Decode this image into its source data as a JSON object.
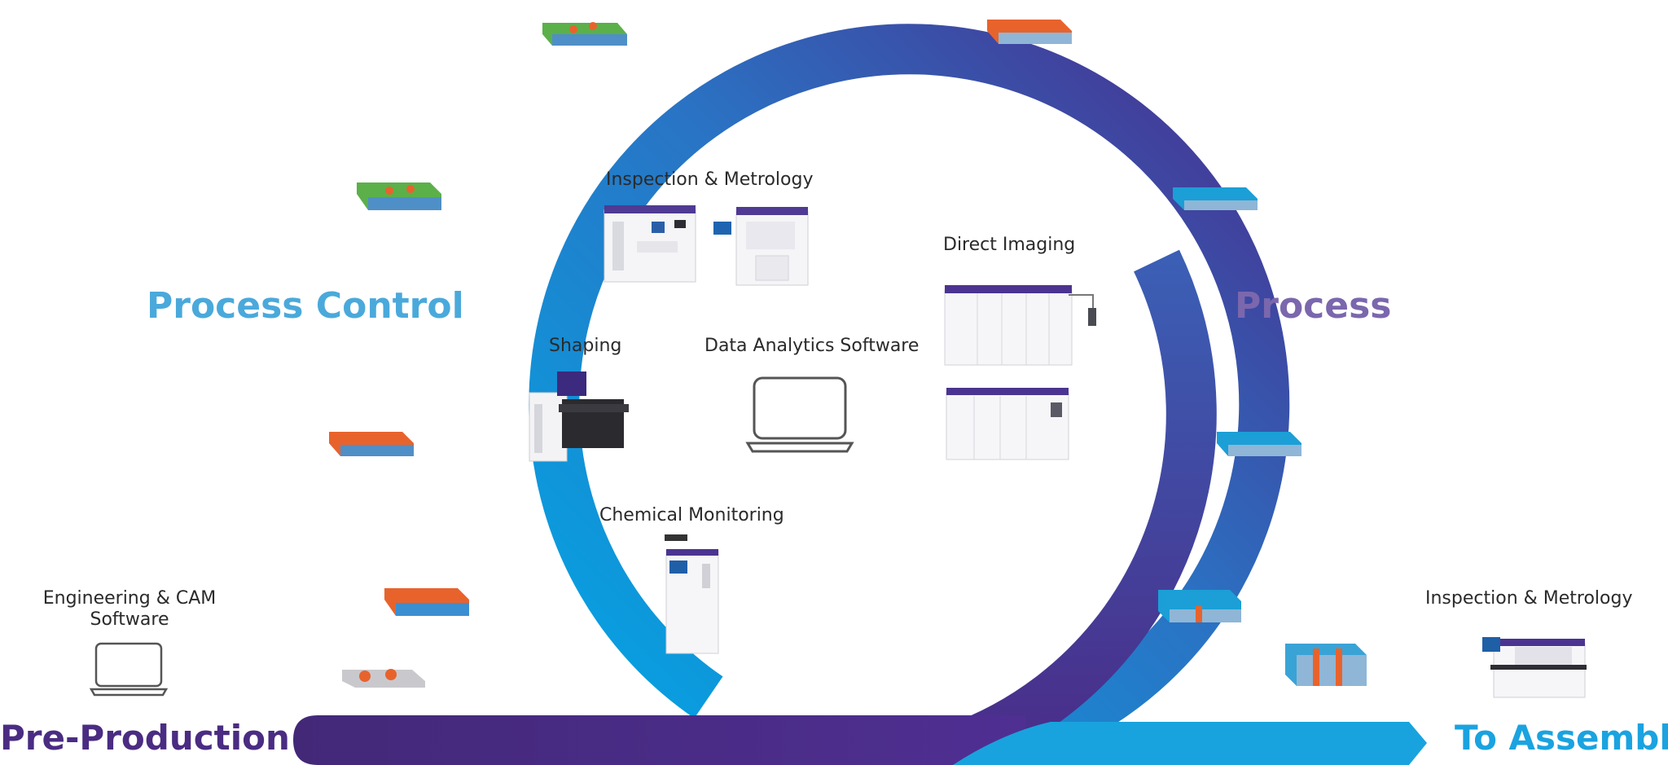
{
  "colors": {
    "blue": "#1aa3e0",
    "light_blue": "#4aa9db",
    "purple": "#4a2c82",
    "lavender": "#7b67ad",
    "copper": "#e8632c",
    "pcb_green": "#5bb04a",
    "pcb_blue": "#1b9fd6"
  },
  "stages": {
    "process_control": "Process Control",
    "process": "Process",
    "pre_production": "Pre-Production",
    "to_assembly": "To Assembly"
  },
  "equipment": {
    "inspection_metrology_top": "Inspection & Metrology",
    "direct_imaging": "Direct Imaging",
    "shaping": "Shaping",
    "data_analytics": "Data Analytics Software",
    "chemical_monitoring": "Chemical Monitoring",
    "engineering_cam": "Engineering & CAM Software",
    "inspection_metrology_right": "Inspection & Metrology"
  },
  "icons": {
    "laptop": "laptop-icon",
    "machine": "machine-icon",
    "pcb": "pcb-layer-icon"
  }
}
